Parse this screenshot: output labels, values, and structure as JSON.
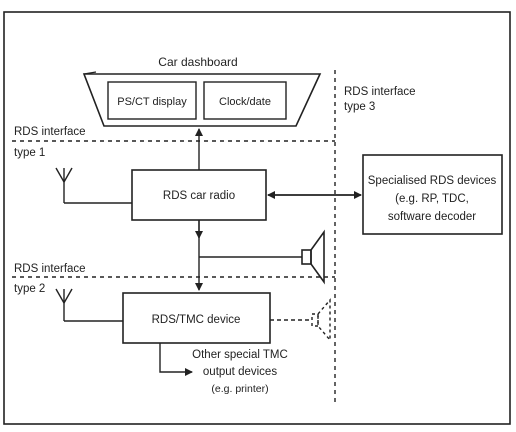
{
  "dashboard": {
    "title": "Car dashboard",
    "display_label": "PS/CT display",
    "clock_label": "Clock/date"
  },
  "interfaces": {
    "type1_line1": "RDS interface",
    "type1_line2": "type 1",
    "type2_line1": "RDS interface",
    "type2_line2": "type 2",
    "type3_line1": "RDS interface",
    "type3_line2": "type 3"
  },
  "radio": {
    "label": "RDS car radio"
  },
  "tmc": {
    "label": "RDS/TMC device"
  },
  "specialised": {
    "line1": "Specialised RDS devices",
    "line2": "(e.g. RP, TDC,",
    "line3": "software decoder"
  },
  "output": {
    "line1": "Other special TMC",
    "line2": "output devices",
    "line3": "(e.g. printer)"
  },
  "colors": {
    "line": "#222222",
    "background": "#ffffff"
  }
}
